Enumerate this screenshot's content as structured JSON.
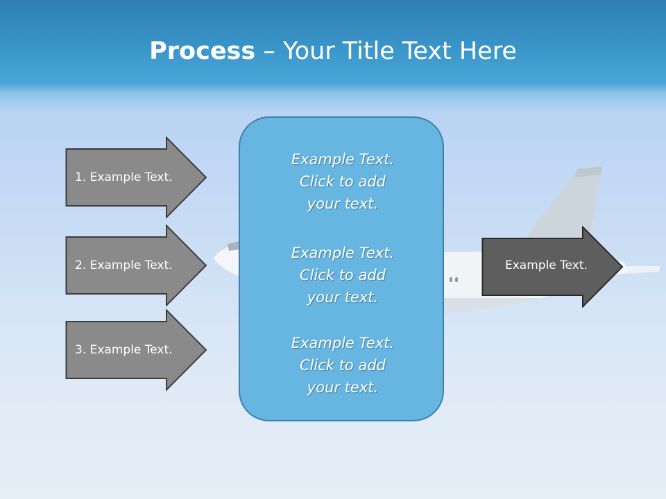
{
  "slide": {
    "title_bold": "Process",
    "title_rest": " – Your Title Text Here",
    "left_arrows": [
      {
        "label": "1. Example Text."
      },
      {
        "label": "2. Example Text."
      },
      {
        "label": "3. Example Text."
      }
    ],
    "center_box": {
      "blocks": [
        {
          "line1": "Example Text.",
          "line2": "Click  to add",
          "line3": "your text."
        },
        {
          "line1": "Example Text.",
          "line2": "Click  to add",
          "line3": "your text."
        },
        {
          "line1": "Example Text.",
          "line2": "Click  to add",
          "line3": "your text."
        }
      ]
    },
    "right_arrow": {
      "label": "Example Text."
    }
  },
  "colors": {
    "sky_top": "#2f7fb4",
    "center_box_fill": "#66b6e1",
    "center_box_border": "#3f7fab",
    "left_arrow_fill": "#8a8a8a",
    "right_arrow_fill": "#5e5e5e",
    "text": "#ffffff"
  }
}
